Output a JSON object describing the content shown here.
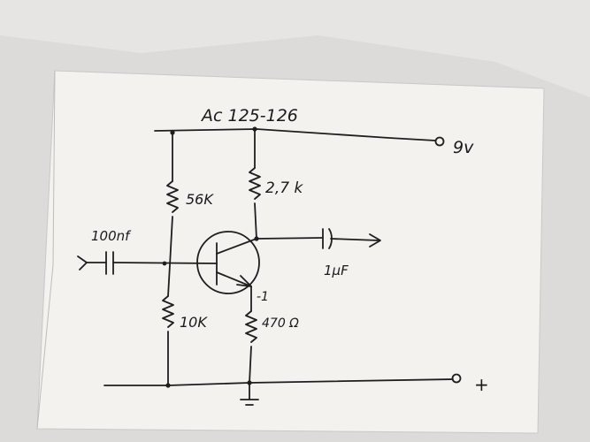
{
  "labels": {
    "transistor": "Ac 125-126",
    "supply": "9v",
    "supply_sign": "+",
    "r_top_left": "56K",
    "r_collector": "2,7 k",
    "r_bottom_left": "10K",
    "r_emitter": "470 Ω",
    "c_input": "100nf",
    "c_output": "1µF",
    "emitter_mark": "-1"
  },
  "colors": {
    "ink": "#1e1e1e",
    "paper": "#f3f2ef",
    "background": "#d9d8d6"
  }
}
